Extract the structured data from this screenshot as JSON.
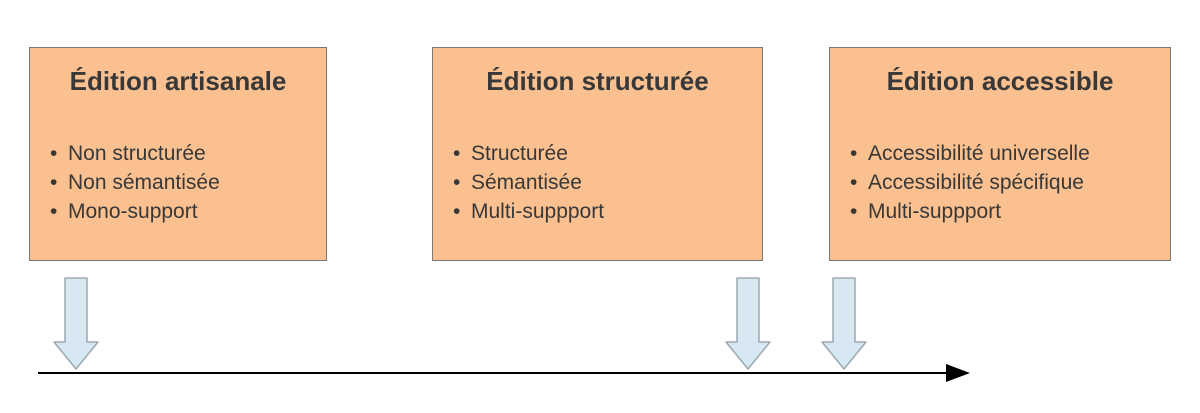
{
  "diagram": {
    "boxes": [
      {
        "title": "Édition artisanale",
        "bullets": [
          "Non structurée",
          "Non sémantisée",
          "Mono-support"
        ]
      },
      {
        "title": "Édition structurée",
        "bullets": [
          "Structurée",
          "Sémantisée",
          "Multi-suppport"
        ]
      },
      {
        "title": "Édition accessible",
        "bullets": [
          "Accessibilité universelle",
          "Accessibilité spécifique",
          "Multi-suppport"
        ]
      }
    ],
    "arrows": {
      "down_arrow_count": 3,
      "down_arrow_direction": "down",
      "timeline_direction": "right"
    },
    "colors": {
      "box_fill": "#FAC090",
      "box_border": "#7A7A72",
      "arrow_fill": "#D7E8F3",
      "arrow_border": "#9DAAB2",
      "timeline_color": "#000000",
      "text_color": "#383838"
    }
  }
}
